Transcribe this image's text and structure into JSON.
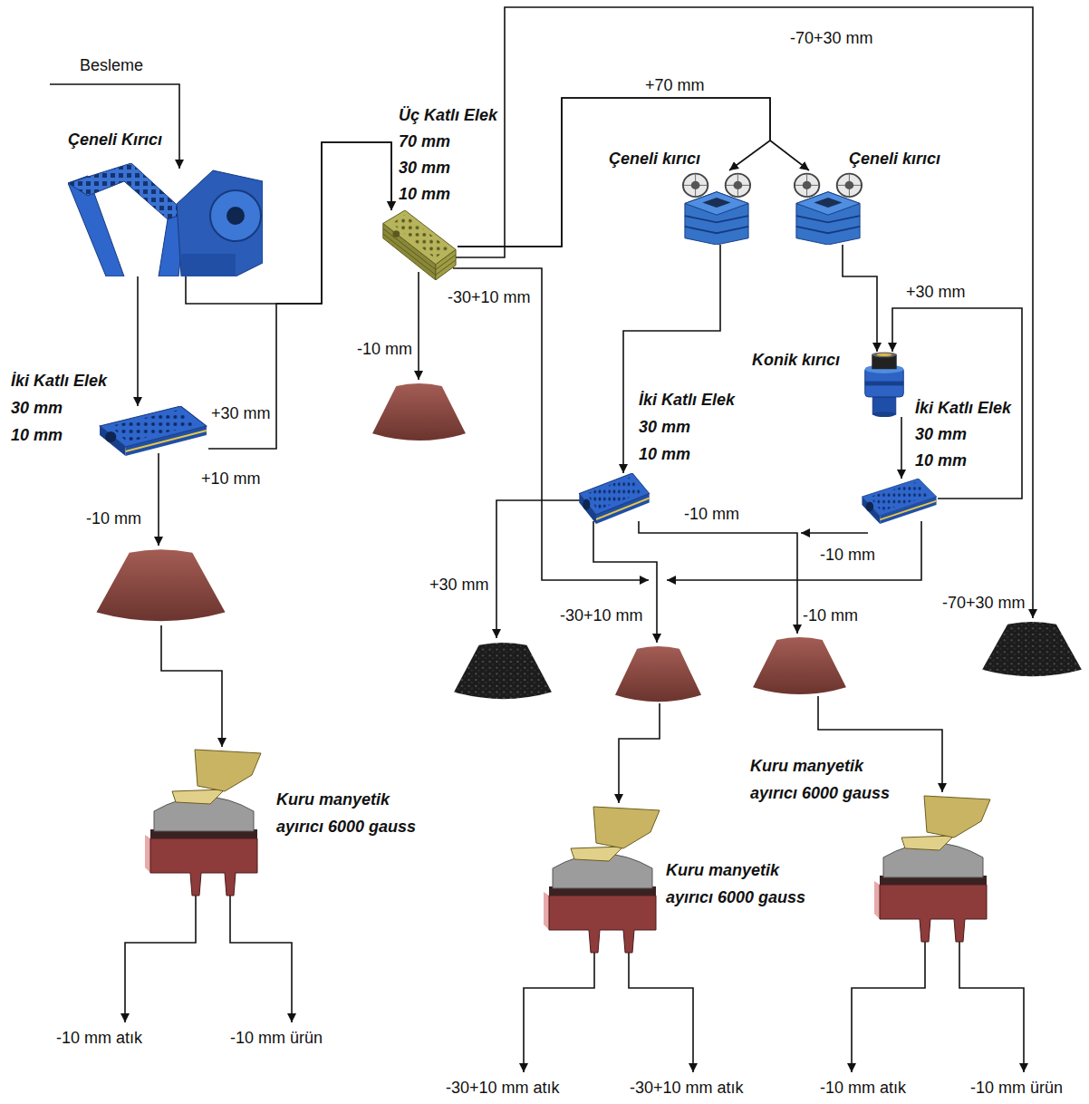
{
  "diagram": {
    "nodes": [
      {
        "text": [
          "Çeneli Kırıcı"
        ]
      },
      {
        "text": [
          "İki Katlı Elek",
          "30 mm",
          "10 mm"
        ]
      },
      {
        "text": [
          "Üç Katlı Elek",
          "70 mm",
          "30 mm",
          "10 mm"
        ]
      },
      {
        "text": [
          "Çeneli kırıcı"
        ]
      },
      {
        "text": [
          "Çeneli kırıcı"
        ]
      },
      {
        "text": [
          "Konik kırıcı"
        ]
      },
      {
        "text": [
          "İki Katlı Elek",
          "30 mm",
          "10 mm"
        ]
      },
      {
        "text": [
          "İki Katlı Elek",
          "30 mm",
          "10 mm"
        ]
      },
      {
        "text": [
          "Kuru manyetik ayırıcı 6000 gauss"
        ]
      },
      {
        "text": [
          "Kuru manyetik ayırıcı 6000 gauss"
        ]
      },
      {
        "text": [
          "Kuru manyetik ayırıcı 6000 gauss"
        ]
      }
    ],
    "edges": [
      {
        "from": 0,
        "to": 1,
        "arrow": "to"
      },
      {
        "from": 0,
        "to": 2,
        "arrow": "to"
      },
      {
        "from": 1,
        "to": 2,
        "label": "+10 mm",
        "arrow": "to"
      },
      {
        "from": 2,
        "to": 3,
        "label": "+70 mm",
        "arrow": "to"
      },
      {
        "from": 2,
        "to": 4,
        "arrow": "to"
      },
      {
        "from": 3,
        "to": 6,
        "arrow": "to"
      },
      {
        "from": 4,
        "to": 5,
        "arrow": "to"
      },
      {
        "from": 5,
        "to": 7,
        "arrow": "to"
      },
      {
        "from": 7,
        "to": 5,
        "label": "+30 mm",
        "arrow": "to"
      }
    ],
    "labels": [
      "Besleme",
      "-70+30 mm",
      "+30 mm",
      "-30+10 mm",
      "-10 mm",
      "-10 mm",
      "-10 mm",
      "-10 mm",
      "+30 mm",
      "-30+10 mm",
      "-10 mm",
      "-70+30 mm",
      "-10 mm atık",
      "-10 mm ürün",
      "-30+10 mm atık",
      "-30+10 mm atık",
      "-10 mm atık",
      "-10 mm ürün"
    ]
  }
}
